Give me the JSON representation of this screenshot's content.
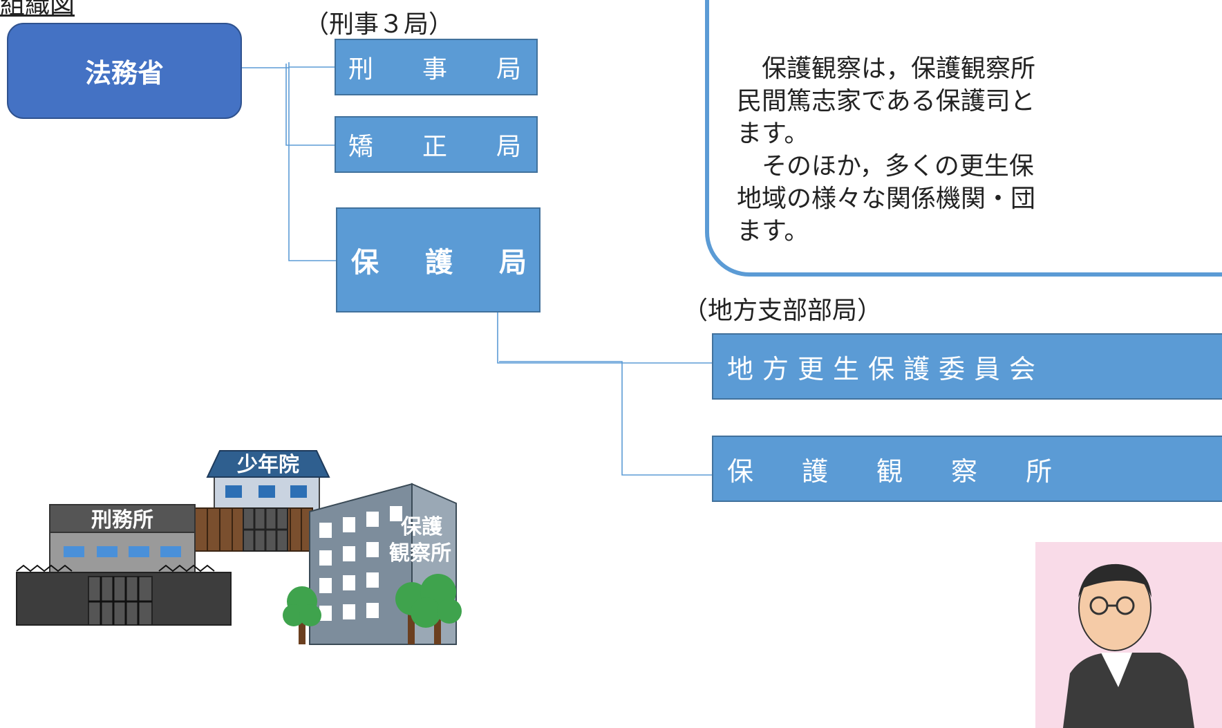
{
  "page_heading": "組織図",
  "groups": {
    "central_label": "（刑事３局）",
    "regional_label": "（地方支部部局）"
  },
  "ministry": {
    "label": "法務省"
  },
  "bureaus": [
    {
      "chars": [
        "刑",
        "事",
        "局"
      ]
    },
    {
      "chars": [
        "矯",
        "正",
        "局"
      ]
    },
    {
      "chars": [
        "保",
        "護",
        "局"
      ]
    }
  ],
  "regional_offices": [
    {
      "label": "地方更生保護委員会"
    },
    {
      "chars": [
        "保",
        "護",
        "観",
        "察",
        "所"
      ]
    }
  ],
  "info_box": {
    "lines": [
      "　保護観察は，保護観察所",
      "民間篤志家である保護司と",
      "ます。",
      "　そのほか，多くの更生保",
      "地域の様々な関係機関・団",
      "ます。"
    ]
  },
  "illustrations": {
    "prison_sign": "刑務所",
    "juvenile_sign": "少年院",
    "probation_sign_line1": "保護",
    "probation_sign_line2": "観察所"
  },
  "colors": {
    "ministry_fill": "#4472c4",
    "bureau_fill": "#5b9bd5",
    "connector": "#5b9bd5",
    "text_box_border": "#5b9bd5"
  }
}
